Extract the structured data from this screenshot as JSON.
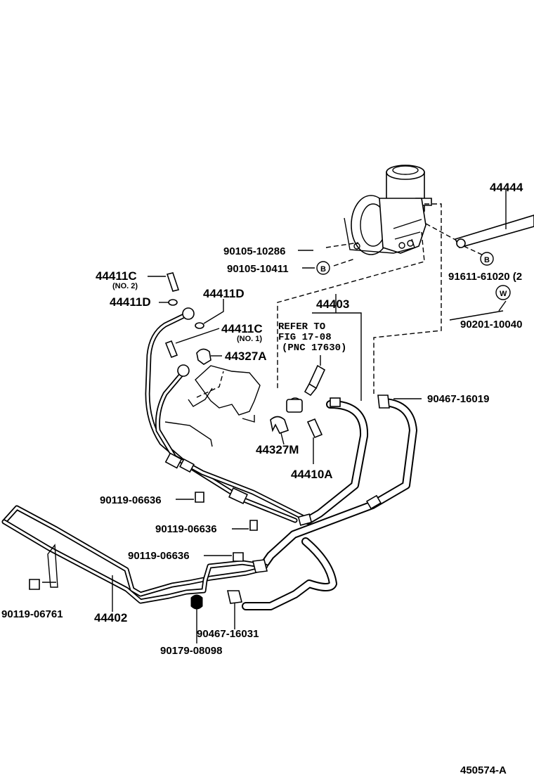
{
  "labels": {
    "p44444": "44444",
    "p90105_10286": "90105-10286",
    "p90105_10411": "90105-10411",
    "p91611_61020": "91611-61020 (2",
    "p44411C_no2": "44411C",
    "no2": "(NO. 2)",
    "p44411D_left": "44411D",
    "p44411D_top": "44411D",
    "p44403": "44403",
    "refer_to": "REFER TO",
    "fig": "FIG 17-08",
    "pnc": "(PNC 17630)",
    "p90201_10040": "90201-10040",
    "p44411C_no1": "44411C",
    "no1": "(NO. 1)",
    "p44327A": "44327A",
    "p90467_16019": "90467-16019",
    "p44327M": "44327M",
    "p44410A": "44410A",
    "p90119_06636_a": "90119-06636",
    "p90119_06636_b": "90119-06636",
    "p90119_06636_c": "90119-06636",
    "p90119_06761": "90119-06761",
    "p44402": "44402",
    "p90467_16031": "90467-16031",
    "p90179_08098": "90179-08098",
    "figure_id": "450574-A"
  },
  "symbols": {
    "b_upper": "B",
    "b_right": "B",
    "w_right": "W"
  }
}
